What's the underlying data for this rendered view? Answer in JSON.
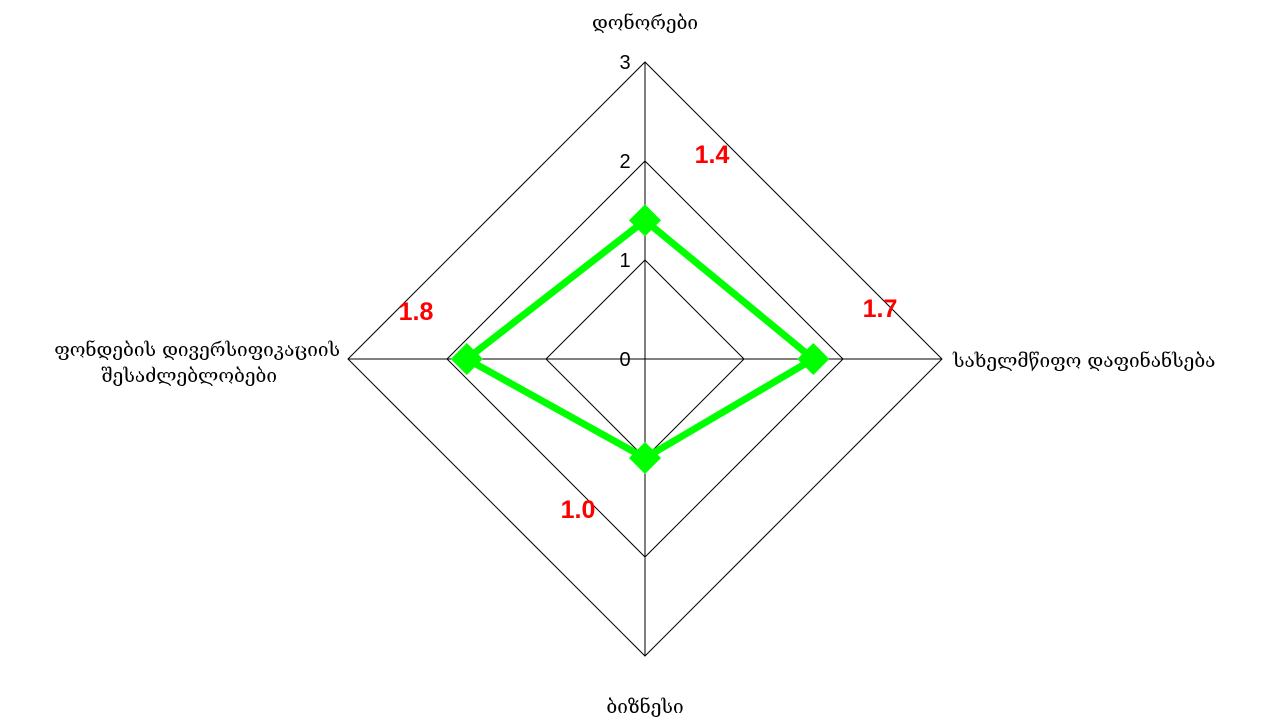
{
  "chart_data": {
    "type": "radar",
    "title": "",
    "axes": [
      "დონორები",
      "სახელმწიფო დაფინანსება",
      "ბიზნესი",
      "ფონდების დივერსიფიკაციის შესაძლებლობები"
    ],
    "axis_label_lines": [
      [
        "დონორები"
      ],
      [
        "სახელმწიფო დაფინანსება"
      ],
      [
        "ბიზნესი"
      ],
      [
        "ფონდების დივერსიფიკაციის",
        "შესაძლებლობები"
      ]
    ],
    "rlim": [
      0,
      3
    ],
    "ticks": [
      0,
      1,
      2,
      3
    ],
    "series": [
      {
        "values": [
          1.4,
          1.7,
          1.0,
          1.8
        ],
        "color": "#00ff00",
        "marker": "diamond"
      }
    ],
    "data_labels": [
      "1.4",
      "1.7",
      "1.0",
      "1.8"
    ],
    "data_label_color": "#ff0000",
    "grid_color": "#000000",
    "grid": true
  }
}
